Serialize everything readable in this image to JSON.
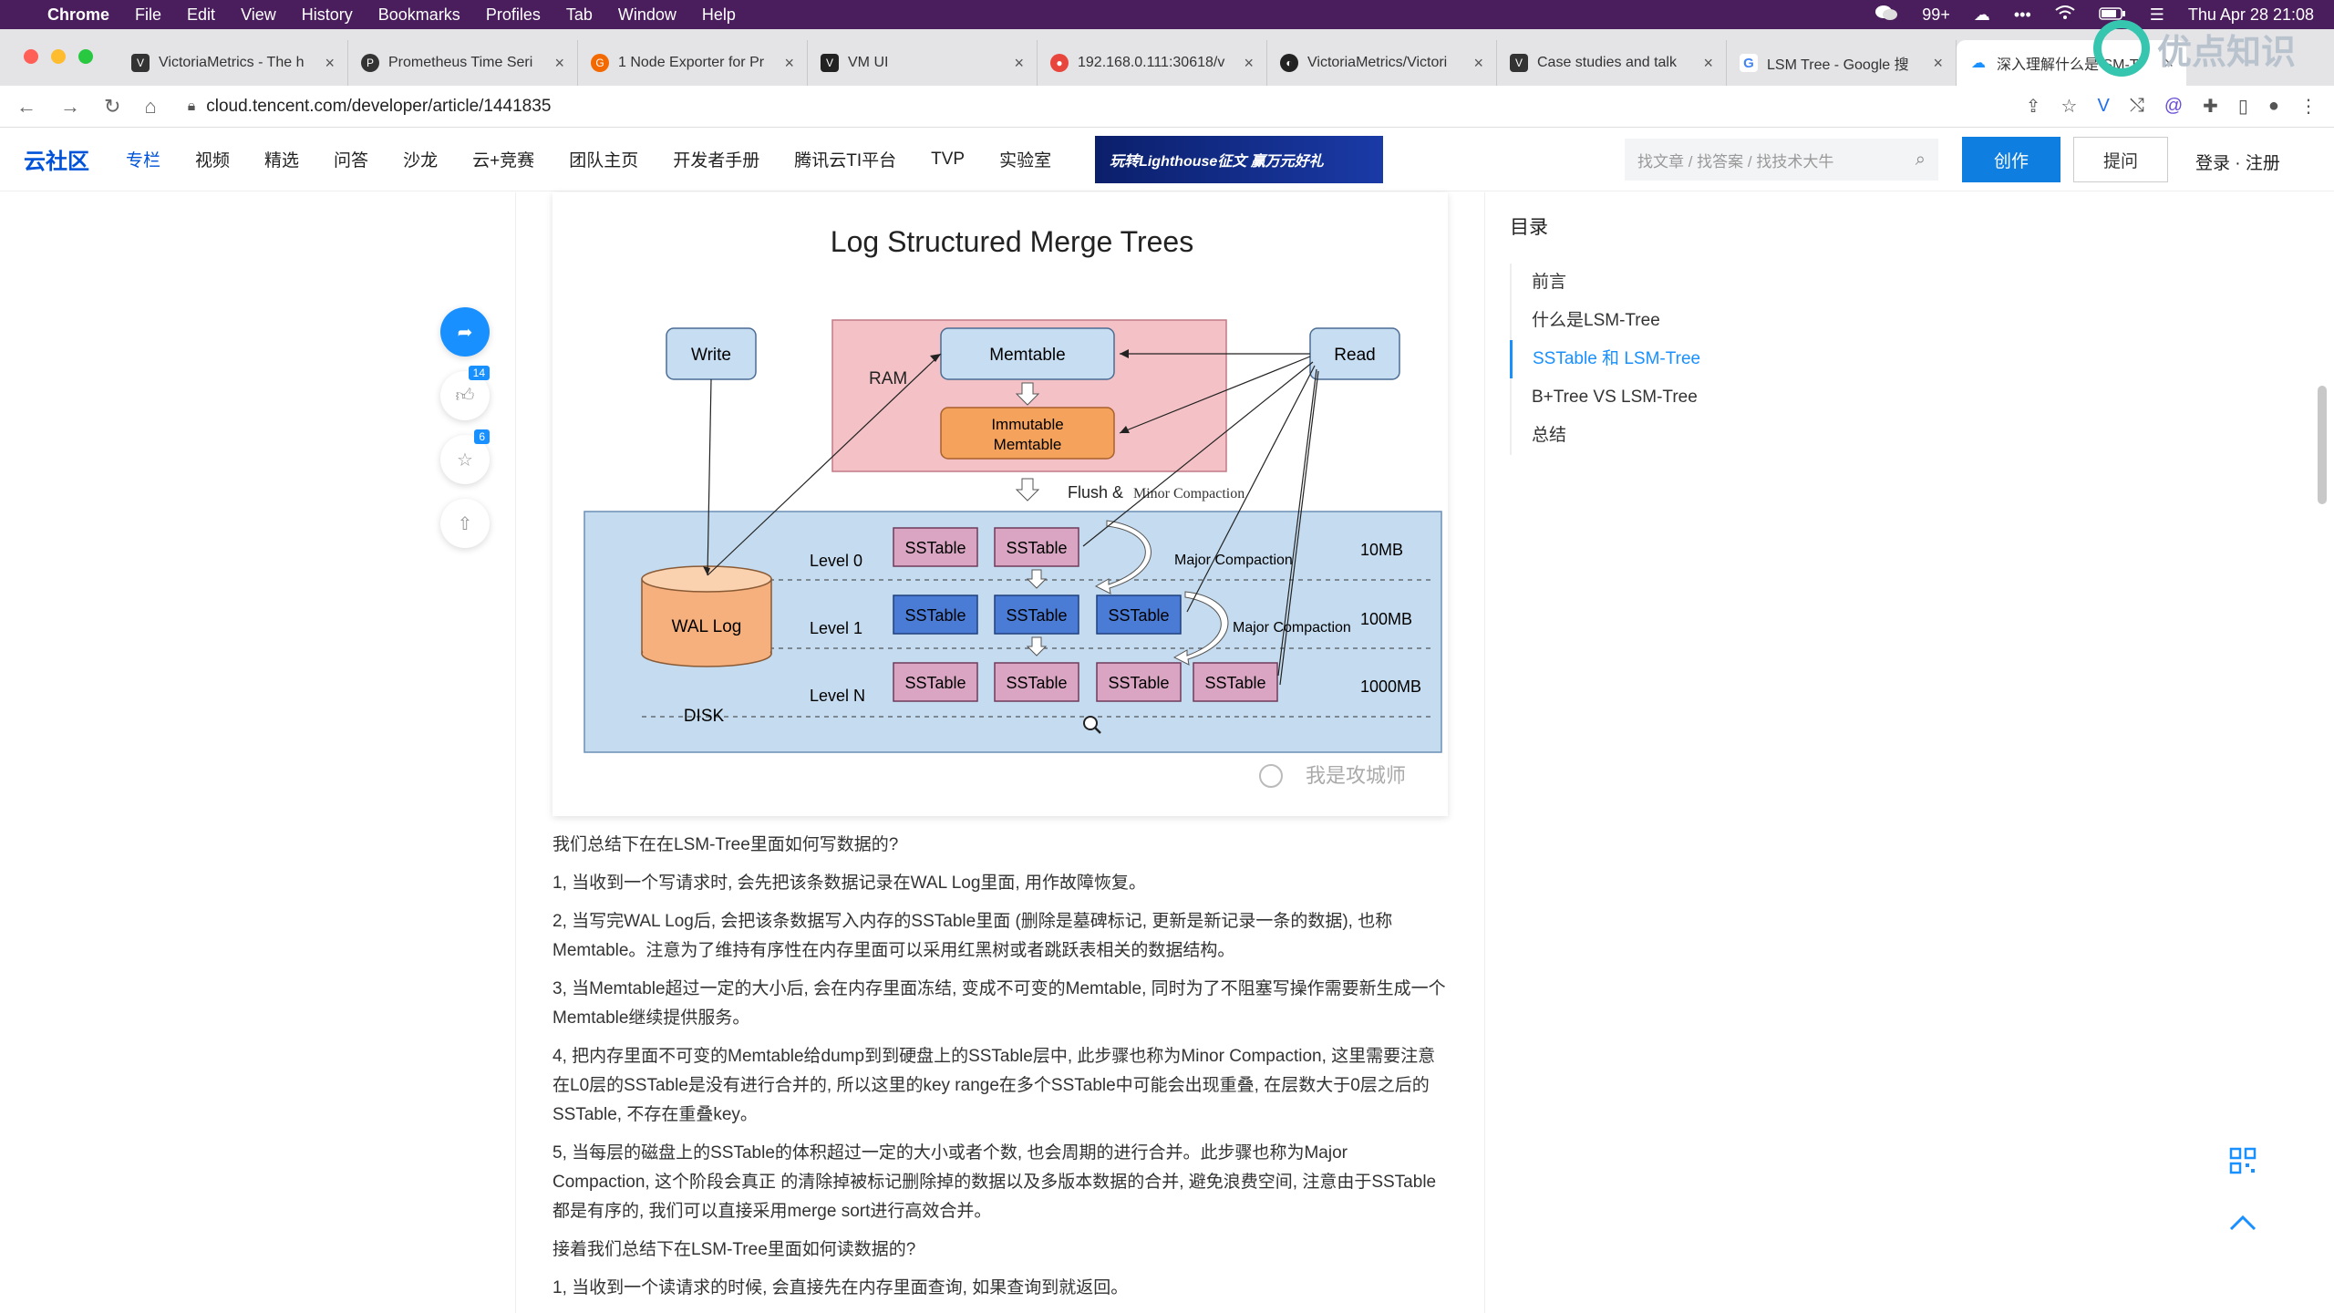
{
  "menubar": {
    "app": "Chrome",
    "items": [
      "File",
      "Edit",
      "View",
      "History",
      "Bookmarks",
      "Profiles",
      "Tab",
      "Window",
      "Help"
    ],
    "wechat_count": "99+",
    "clock": "Thu Apr 28  21:08"
  },
  "tabs": [
    {
      "title": "VictoriaMetrics - The h",
      "icon": "victoriametrics-icon",
      "color": "#333333"
    },
    {
      "title": "Prometheus Time Seri",
      "icon": "prometheus-icon",
      "color": "#333333"
    },
    {
      "title": "1 Node Exporter for Pr",
      "icon": "grafana-icon",
      "color": "#f46800"
    },
    {
      "title": "VM UI",
      "icon": "vm-icon",
      "color": "#222222"
    },
    {
      "title": "192.168.0.111:30618/v",
      "icon": "site-icon",
      "color": "#e8453c"
    },
    {
      "title": "VictoriaMetrics/Victori",
      "icon": "github-icon",
      "color": "#222222"
    },
    {
      "title": "Case studies and talk",
      "icon": "victoriametrics-icon",
      "color": "#333333"
    },
    {
      "title": "LSM Tree - Google 搜",
      "icon": "google-icon",
      "color": "#4285f4"
    },
    {
      "title": "深入理解什么是 SM-T",
      "icon": "tencent-cloud-icon",
      "color": "#1890ff"
    }
  ],
  "address": {
    "url": "cloud.tencent.com/developer/article/1441835"
  },
  "site": {
    "logo": "云社区",
    "nav": [
      "专栏",
      "视频",
      "精选",
      "问答",
      "沙龙",
      "云+竞赛",
      "团队主页",
      "开发者手册",
      "腾讯云TI平台",
      "TVP",
      "实验室"
    ],
    "banner": "玩转Lighthouse征文 赢万元好礼",
    "search_placeholder": "找文章 / 找答案 / 找技术大牛",
    "create": "创作",
    "ask": "提问",
    "login": "登录 · 注册"
  },
  "rail": {
    "likes": "14",
    "favorites": "6"
  },
  "figure": {
    "title": "Log Structured Merge Trees",
    "write": "Write",
    "read": "Read",
    "ram": "RAM",
    "memtable": "Memtable",
    "immutable1": "Immutable",
    "immutable2": "Memtable",
    "flush_a": "Flush &",
    "flush_b": "Minor Compaction",
    "wal": "WAL Log",
    "disk": "DISK",
    "level0": "Level 0",
    "level1": "Level 1",
    "levelN": "Level N",
    "sstable": "SSTable",
    "major": "Major Compaction",
    "size0": "10MB",
    "size1": "100MB",
    "sizeN": "1000MB",
    "credit": "我是攻城师"
  },
  "article": [
    "我们总结下在在LSM-Tree里面如何写数据的?",
    "1, 当收到一个写请求时, 会先把该条数据记录在WAL Log里面, 用作故障恢复。",
    "2, 当写完WAL Log后, 会把该条数据写入内存的SSTable里面 (删除是墓碑标记, 更新是新记录一条的数据), 也称Memtable。注意为了维持有序性在内存里面可以采用红黑树或者跳跃表相关的数据结构。",
    "3, 当Memtable超过一定的大小后, 会在内存里面冻结, 变成不可变的Memtable, 同时为了不阻塞写操作需要新生成一个Memtable继续提供服务。",
    "4, 把内存里面不可变的Memtable给dump到到硬盘上的SSTable层中, 此步骤也称为Minor Compaction, 这里需要注意在L0层的SSTable是没有进行合并的, 所以这里的key range在多个SSTable中可能会出现重叠, 在层数大于0层之后的SSTable, 不存在重叠key。",
    "5, 当每层的磁盘上的SSTable的体积超过一定的大小或者个数, 也会周期的进行合并。此步骤也称为Major Compaction, 这个阶段会真正 的清除掉被标记删除掉的数据以及多版本数据的合并, 避免浪费空间, 注意由于SSTable都是有序的, 我们可以直接采用merge sort进行高效合并。",
    "接着我们总结下在LSM-Tree里面如何读数据的?",
    "1, 当收到一个读请求的时候, 会直接先在内存里面查询, 如果查询到就返回。"
  ],
  "toc": {
    "title": "目录",
    "items": [
      "前言",
      "什么是LSM-Tree",
      "SSTable 和 LSM-Tree",
      "B+Tree VS LSM-Tree",
      "总结"
    ]
  },
  "watermark": "优点知识",
  "colors": {
    "accent": "#1890ff",
    "ram_fill": "#f4c2c6",
    "disk_fill": "#c5dcf0",
    "memtable_fill": "#c6ddf2",
    "immutable_fill": "#f5a25d",
    "sstable_pink": "#d9a5c2",
    "sstable_blue": "#4a7cd6"
  }
}
